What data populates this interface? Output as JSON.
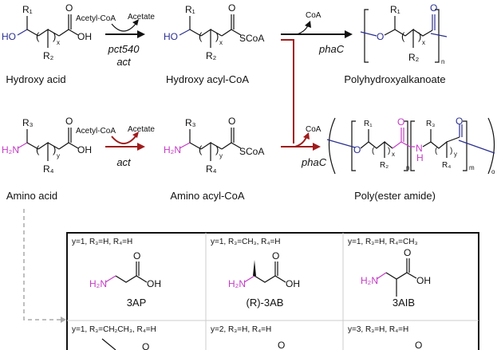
{
  "colors": {
    "hydroxy": "#2b2f8f",
    "amine": "#c43cc4",
    "amino_pathway": "#a01c1c",
    "dashed": "#aaaaaa"
  },
  "atoms": {
    "HO": "HO",
    "OH": "OH",
    "O": "O",
    "SCoA": "SCoA",
    "H2N": "H₂N",
    "N": "N",
    "H": "H",
    "R1": "R₁",
    "R2": "R₂",
    "R3": "R₃",
    "R4": "R₄",
    "x": "x",
    "y": "y",
    "n": "n",
    "m": "m",
    "o": "o"
  },
  "reactions": {
    "step1": {
      "cosub": "Acetyl-CoA",
      "coprod": "Acetate",
      "enzyme1": "pct540",
      "enzyme2": "act"
    },
    "step2": {
      "coprod": "CoA",
      "enzyme": "phaC"
    },
    "step3": {
      "cosub": "Acetyl-CoA",
      "coprod": "Acetate",
      "enzyme": "act"
    },
    "step4": {
      "coprod": "CoA",
      "enzyme": "phaC"
    }
  },
  "labels": {
    "hydroxy_acid": "Hydroxy acid",
    "hydroxy_acyl_coa": "Hydroxy acyl-CoA",
    "pha": "Polyhydroxyalkanoate",
    "amino_acid": "Amino acid",
    "amino_acyl_coa": "Amino acyl-CoA",
    "pea": "Poly(ester amide)"
  },
  "table": {
    "cells": [
      {
        "cond": "y=1, R₃=H, R₄=H",
        "name": "3AP"
      },
      {
        "cond": "y=1, R₃=CH₃, R₄=H",
        "name": "(R)-3AB"
      },
      {
        "cond": "y=1, R₃=H, R₄=CH₃",
        "name": "3AIB"
      },
      {
        "cond": "y=1, R₃=CH₂CH₃, R₄=H"
      },
      {
        "cond": "y=2, R₃=H, R₄=H"
      },
      {
        "cond": "y=3, R₃=H, R₄=H"
      }
    ]
  }
}
